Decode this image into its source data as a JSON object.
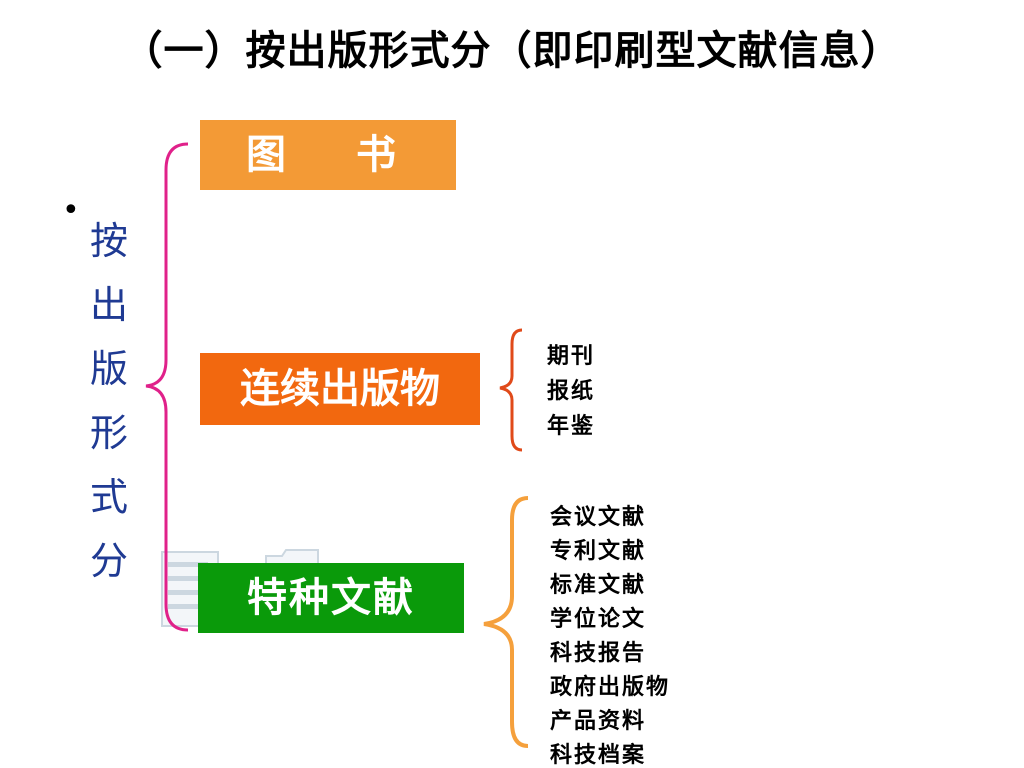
{
  "title": "（一）按出版形式分（即印刷型文献信息）",
  "bullet": "•",
  "vertical_label": [
    "按",
    "出",
    "版",
    "形",
    "式",
    "分"
  ],
  "categories": {
    "books": "图 书",
    "serial": "连续出版物",
    "special": "特种文献"
  },
  "serial_items": [
    "期刊",
    "报纸",
    "年鉴"
  ],
  "special_items": [
    "会议文献",
    "专利文献",
    "标准文献",
    "学位论文",
    "科技报告",
    "政府出版物",
    "产品资料",
    "科技档案"
  ],
  "colors": {
    "books_box": "#f39a36",
    "serial_box": "#f2680f",
    "special_box": "#0a9a0a",
    "main_brace": "#e0218a",
    "serial_brace": "#e04a1a",
    "special_brace": "#f5a03c",
    "vertical_label": "#1f3a93"
  }
}
